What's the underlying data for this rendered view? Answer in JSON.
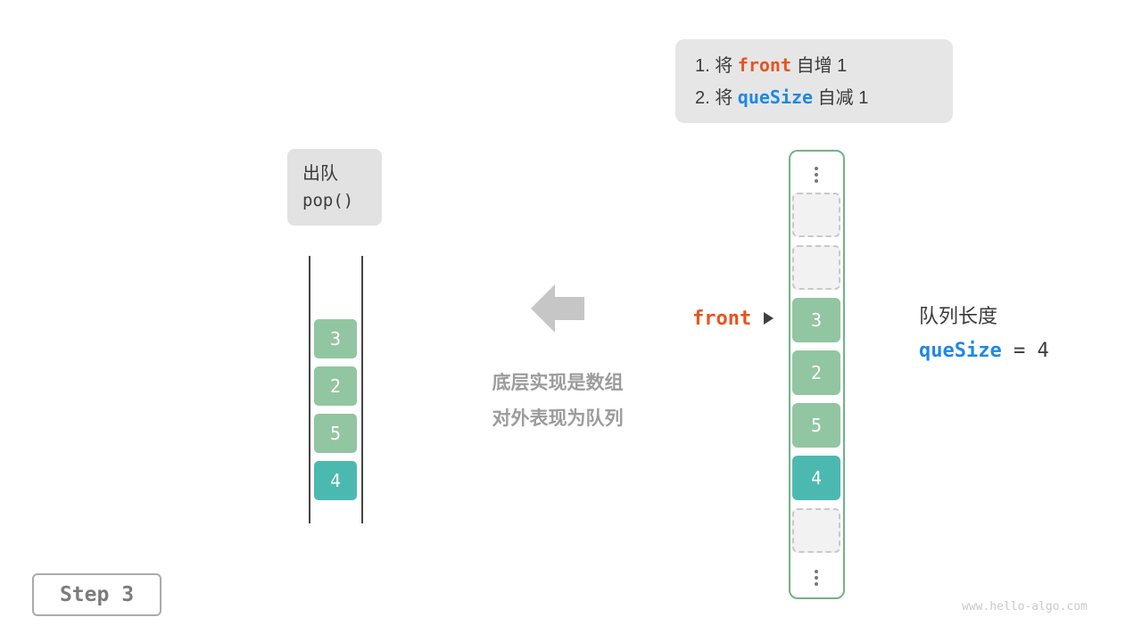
{
  "colors": {
    "green_cell": "#92C5A1",
    "teal_cell": "#4CB9B1",
    "orange_code": "#E8541E",
    "blue_code": "#1E88E5",
    "gray_box_bg": "#E6E6E6",
    "array_border_green": "#72B287",
    "arrow_gray": "#C6C6C6"
  },
  "instruction_box": {
    "line1": {
      "pre": "1. 将 ",
      "code": "front",
      "post": " 自增 1"
    },
    "line2": {
      "pre": "2. 将 ",
      "code": "queSize",
      "post": " 自减 1"
    }
  },
  "operation_box": {
    "title": "出队",
    "code": "pop()"
  },
  "queue_stack": {
    "items": [
      {
        "value": "3",
        "type": "filled"
      },
      {
        "value": "2",
        "type": "filled"
      },
      {
        "value": "5",
        "type": "filled"
      },
      {
        "value": "4",
        "type": "highlight"
      }
    ]
  },
  "caption": {
    "line1": "底层实现是数组",
    "line2": "对外表现为队列"
  },
  "front_pointer": {
    "label": "front"
  },
  "array_column": {
    "cells": [
      {
        "type": "ellipsis",
        "value": ""
      },
      {
        "type": "empty",
        "value": ""
      },
      {
        "type": "empty",
        "value": ""
      },
      {
        "type": "filled",
        "value": "3"
      },
      {
        "type": "filled",
        "value": "2"
      },
      {
        "type": "filled",
        "value": "5"
      },
      {
        "type": "highlight",
        "value": "4"
      },
      {
        "type": "empty",
        "value": ""
      },
      {
        "type": "ellipsis",
        "value": ""
      }
    ]
  },
  "queue_info": {
    "label": "队列长度",
    "code": "queSize",
    "equals": " = 4"
  },
  "step_badge": {
    "label": "Step 3"
  },
  "watermark": "www.hello-algo.com"
}
